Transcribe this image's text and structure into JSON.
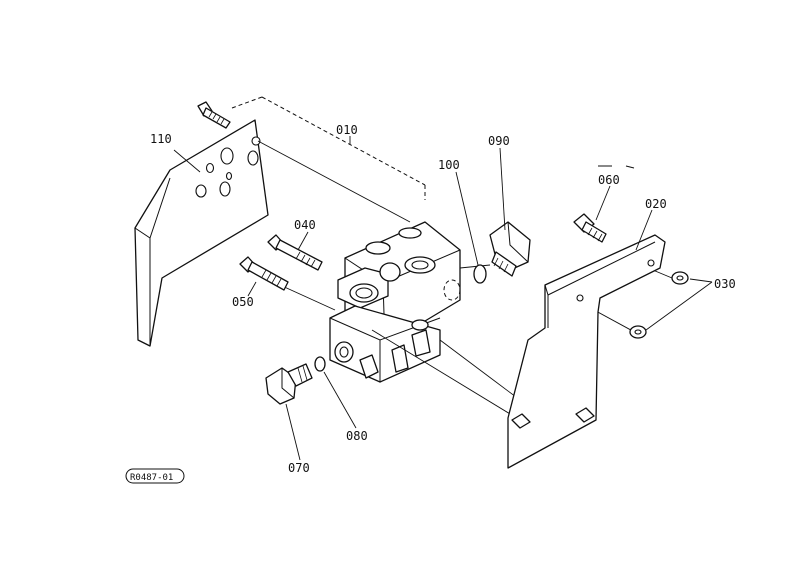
{
  "diagram": {
    "callouts": [
      {
        "id": "110",
        "label": "110"
      },
      {
        "id": "010",
        "label": "010"
      },
      {
        "id": "100",
        "label": "100"
      },
      {
        "id": "090",
        "label": "090"
      },
      {
        "id": "060",
        "label": "060"
      },
      {
        "id": "020",
        "label": "020"
      },
      {
        "id": "040",
        "label": "040"
      },
      {
        "id": "030",
        "label": "030"
      },
      {
        "id": "050",
        "label": "050"
      },
      {
        "id": "080",
        "label": "080"
      },
      {
        "id": "070",
        "label": "070"
      }
    ],
    "figure_code": "R0487-01"
  }
}
